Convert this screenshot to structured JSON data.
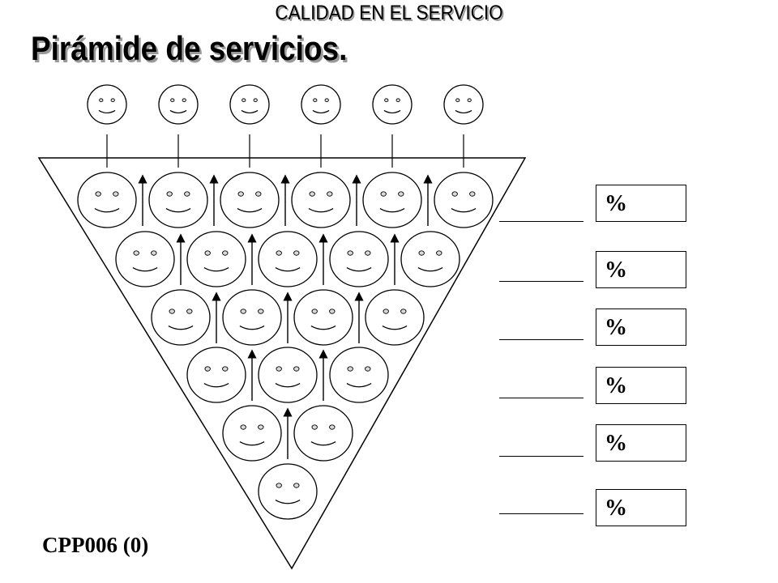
{
  "header": {
    "subtitle": "CALIDAD EN EL SERVICIO",
    "title": "Pirámide de servicios."
  },
  "footer": {
    "code": "CPP006 (0)"
  },
  "pyramid": {
    "rows": [
      6,
      5,
      4,
      3,
      2,
      1
    ],
    "top_faces": 6
  },
  "percent_boxes": [
    {
      "label": "%"
    },
    {
      "label": "%"
    },
    {
      "label": "%"
    },
    {
      "label": "%"
    },
    {
      "label": "%"
    },
    {
      "label": "%"
    }
  ]
}
